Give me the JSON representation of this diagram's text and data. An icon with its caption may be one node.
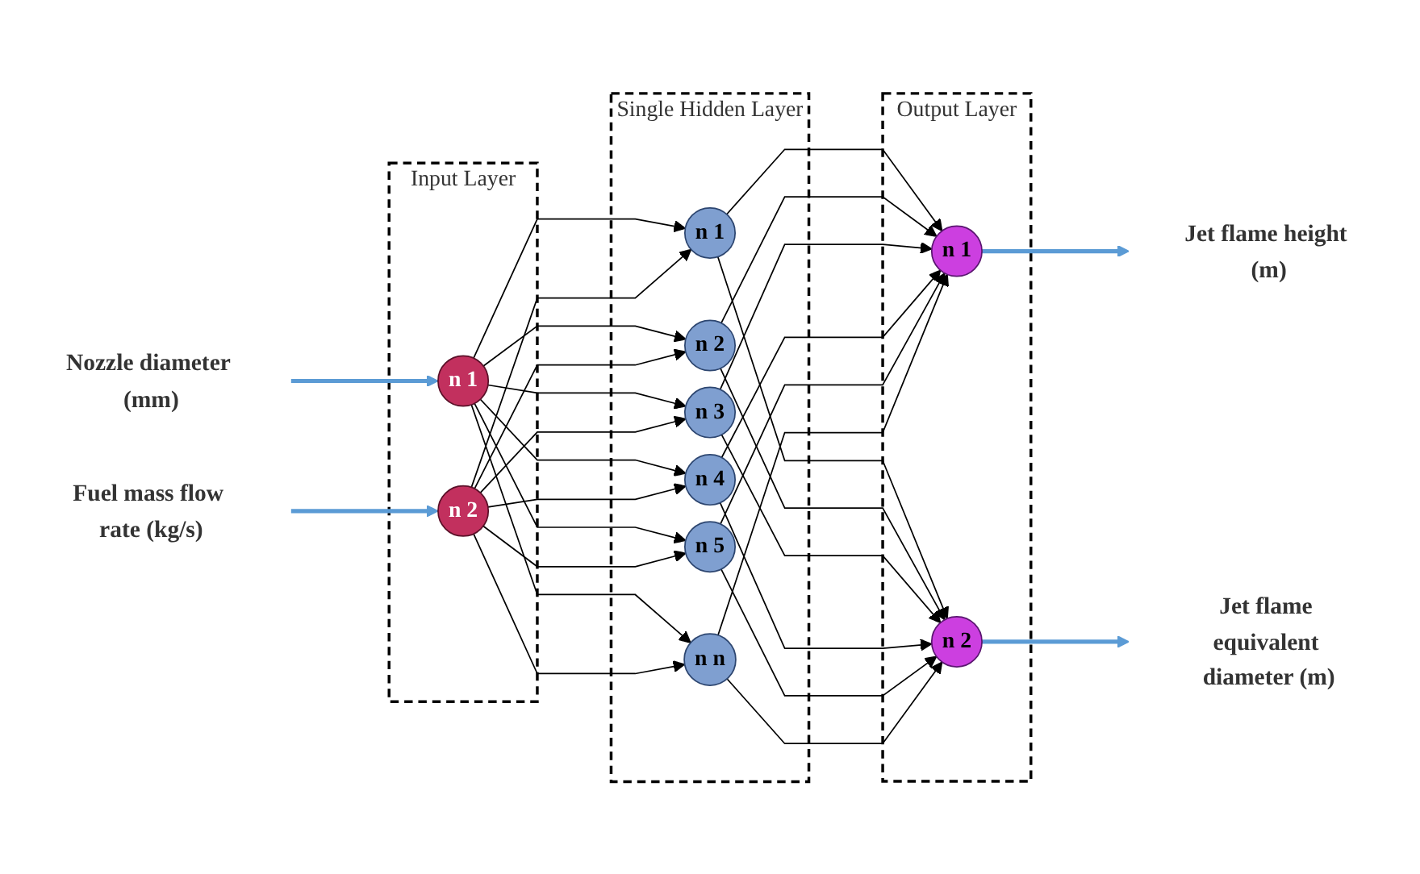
{
  "diagram": {
    "nodes": [
      {
        "text": [
          "Nozzle diameter (mm)"
        ]
      },
      {
        "text": [
          "Fuel mass flow rate (kg/s)"
        ]
      },
      {
        "text": [
          "Input Layer"
        ]
      },
      {
        "text": [
          "n 1"
        ],
        "in": 2
      },
      {
        "text": [
          "n 2"
        ],
        "in": 2
      },
      {
        "text": [
          "Single Hidden Layer"
        ]
      },
      {
        "text": [
          "n 1"
        ],
        "in": 5
      },
      {
        "text": [
          "n 2"
        ],
        "in": 5
      },
      {
        "text": [
          "n 3"
        ],
        "in": 5
      },
      {
        "text": [
          "n 4"
        ],
        "in": 5
      },
      {
        "text": [
          "n 5"
        ],
        "in": 5
      },
      {
        "text": [
          "n n"
        ],
        "in": 5
      },
      {
        "text": [
          "Output Layer"
        ]
      },
      {
        "text": [
          "n 1"
        ],
        "in": 12
      },
      {
        "text": [
          "n 2"
        ],
        "in": 12
      },
      {
        "text": [
          "Jet flame height (m)"
        ]
      },
      {
        "text": [
          "Jet flame equivalent diameter (m)"
        ]
      }
    ],
    "edges": [
      {
        "from": 0,
        "to": 3,
        "arrow": "to",
        "style": "thick",
        "color": "#5b9bd5"
      },
      {
        "from": 1,
        "to": 4,
        "arrow": "to",
        "style": "thick",
        "color": "#5b9bd5"
      },
      {
        "from": 3,
        "to": 6,
        "arrow": "to"
      },
      {
        "from": 3,
        "to": 7,
        "arrow": "to"
      },
      {
        "from": 3,
        "to": 8,
        "arrow": "to"
      },
      {
        "from": 3,
        "to": 9,
        "arrow": "to"
      },
      {
        "from": 3,
        "to": 10,
        "arrow": "to"
      },
      {
        "from": 3,
        "to": 11,
        "arrow": "to"
      },
      {
        "from": 4,
        "to": 6,
        "arrow": "to"
      },
      {
        "from": 4,
        "to": 7,
        "arrow": "to"
      },
      {
        "from": 4,
        "to": 8,
        "arrow": "to"
      },
      {
        "from": 4,
        "to": 9,
        "arrow": "to"
      },
      {
        "from": 4,
        "to": 10,
        "arrow": "to"
      },
      {
        "from": 4,
        "to": 11,
        "arrow": "to"
      },
      {
        "from": 6,
        "to": 13,
        "arrow": "to"
      },
      {
        "from": 6,
        "to": 14,
        "arrow": "to"
      },
      {
        "from": 7,
        "to": 13,
        "arrow": "to"
      },
      {
        "from": 7,
        "to": 14,
        "arrow": "to"
      },
      {
        "from": 8,
        "to": 13,
        "arrow": "to"
      },
      {
        "from": 8,
        "to": 14,
        "arrow": "to"
      },
      {
        "from": 9,
        "to": 13,
        "arrow": "to"
      },
      {
        "from": 9,
        "to": 14,
        "arrow": "to"
      },
      {
        "from": 10,
        "to": 13,
        "arrow": "to"
      },
      {
        "from": 10,
        "to": 14,
        "arrow": "to"
      },
      {
        "from": 11,
        "to": 13,
        "arrow": "to"
      },
      {
        "from": 11,
        "to": 14,
        "arrow": "to"
      },
      {
        "from": 13,
        "to": 15,
        "arrow": "to",
        "style": "thick",
        "color": "#5b9bd5"
      },
      {
        "from": 14,
        "to": 16,
        "arrow": "to",
        "style": "thick",
        "color": "#5b9bd5"
      }
    ]
  }
}
